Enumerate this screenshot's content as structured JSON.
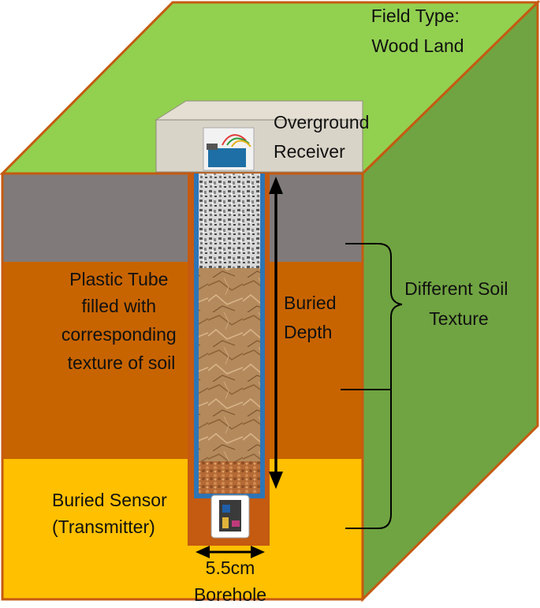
{
  "labels": {
    "field_type": [
      "Field Type:",
      "Wood Land"
    ],
    "receiver": [
      "Overground",
      "Receiver"
    ],
    "tube": [
      "Plastic Tube",
      "filled with",
      "corresponding",
      "texture of soil"
    ],
    "depth": [
      "Buried",
      "Depth"
    ],
    "soil": [
      "Different Soil",
      "Texture"
    ],
    "sensor": [
      "Buried Sensor",
      "(Transmitter)"
    ],
    "width": "5.5cm",
    "borehole": "Borehole"
  },
  "colors": {
    "top_face": "#92d050",
    "side_face": "#70a442",
    "edge": "#c55a11",
    "layer_top": "#807a7a",
    "layer_middle": "#c86400",
    "layer_bottom": "#ffc000",
    "tube_wall": "#2e75b6",
    "receiver_box": "#d9d4c8"
  },
  "icons": {
    "receiver_board": "arduino-board-icon",
    "sensor_device": "sensor-device-icon"
  }
}
